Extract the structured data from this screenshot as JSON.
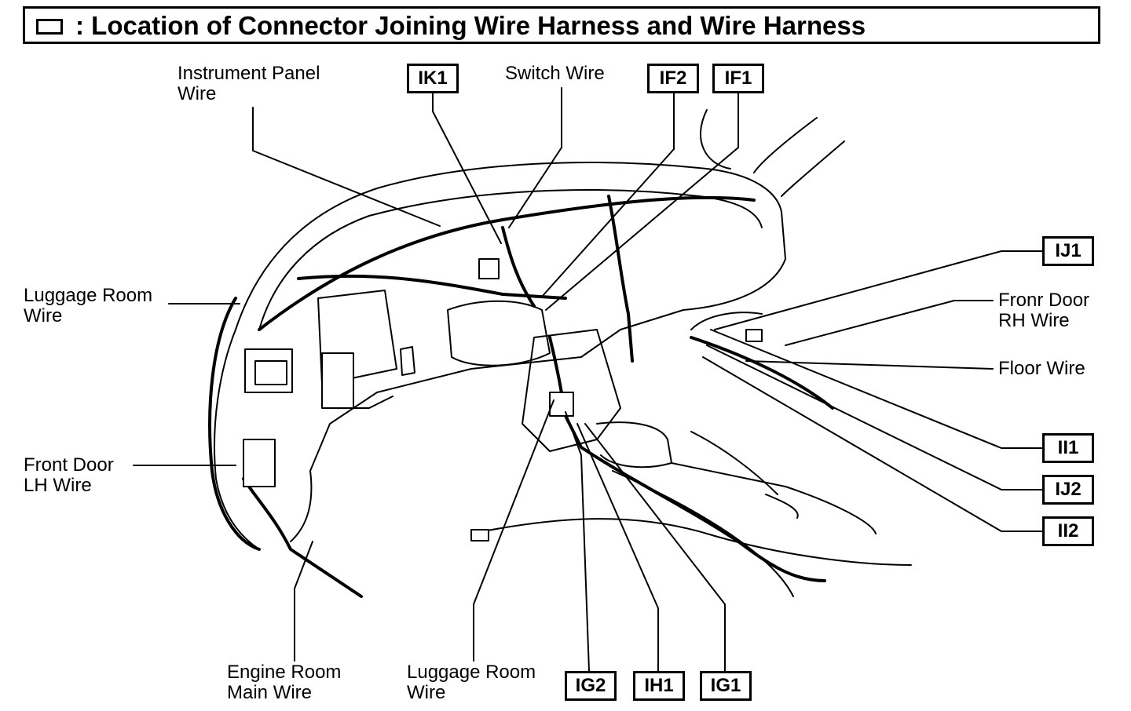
{
  "title": ": Location of Connector Joining Wire Harness and Wire Harness",
  "connector_codes": {
    "ik1": "IK1",
    "if2": "IF2",
    "if1": "IF1",
    "ij1": "IJ1",
    "ii1": "II1",
    "ij2": "IJ2",
    "ii2": "II2",
    "ig2": "IG2",
    "ih1": "IH1",
    "ig1": "IG1"
  },
  "wire_labels": {
    "instrument_panel": "Instrument Panel\nWire",
    "switch": "Switch Wire",
    "luggage_room_left": "Luggage Room\nWire",
    "front_door_lh": "Front Door\nLH Wire",
    "fronr_door_rh": "Fronr Door\nRH Wire",
    "floor": "Floor Wire",
    "engine_room_main": "Engine Room\nMain Wire",
    "luggage_room_bottom": "Luggage Room\nWire"
  }
}
